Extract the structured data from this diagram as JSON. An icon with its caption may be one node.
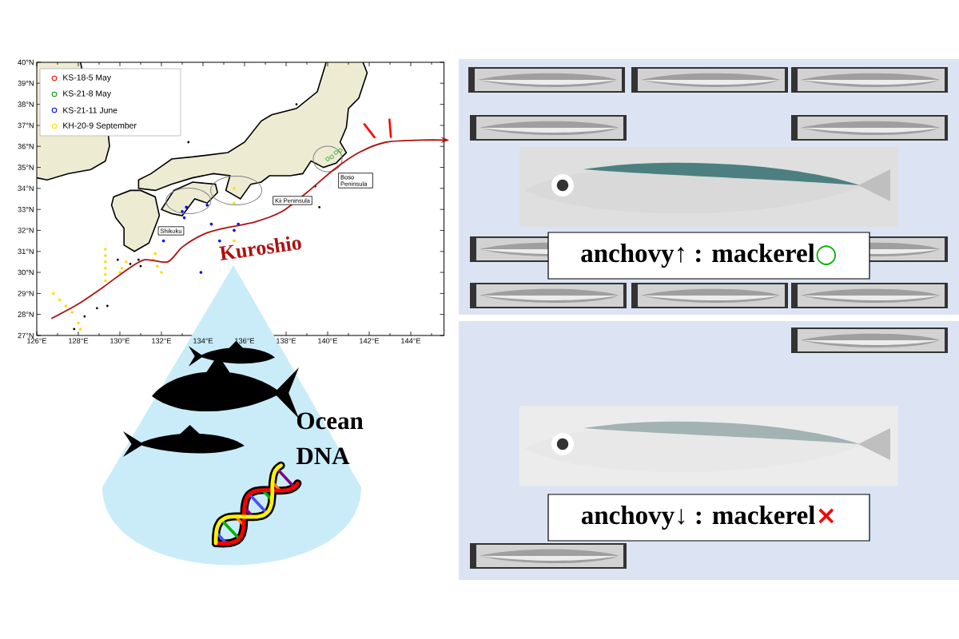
{
  "diagram": {
    "nodes": [
      {
        "text": [
          "Shikoku"
        ]
      },
      {
        "text": [
          "Kii Peninsula"
        ]
      },
      {
        "text": [
          "Boso Peninsula"
        ]
      },
      {
        "text": [],
        "shape": "box"
      },
      {
        "text": [
          "anchovy↑ : mackerel",
          "○"
        ],
        "in": 3
      },
      {
        "text": [],
        "shape": "box"
      },
      {
        "text": [
          "anchovy↓ : mackerel",
          "×"
        ],
        "in": 5
      }
    ],
    "labels": [
      "40°N",
      "39°N",
      "38°N",
      "37°N",
      "36°N",
      "35°N",
      "34°N",
      "33°N",
      "32°N",
      "31°N",
      "30°N",
      "29°N",
      "28°N",
      "27°N",
      "126°E",
      "128°E",
      "130°E",
      "132°E",
      "134°E",
      "136°E",
      "138°E",
      "140°E",
      "142°E",
      "144°E",
      "Kuroshio",
      "Ocean DNA"
    ],
    "legend": [
      {
        "text": "KS-18-5 May"
      },
      {
        "text": "KS-21-8 May"
      },
      {
        "text": "KS-21-11 June"
      },
      {
        "text": "KH-20-9 September"
      }
    ]
  }
}
